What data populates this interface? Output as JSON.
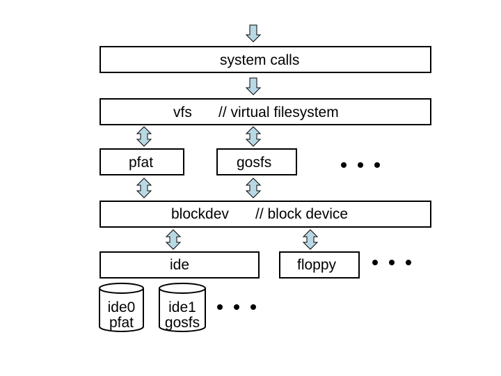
{
  "layers": {
    "syscalls": "system calls",
    "vfs": "vfs",
    "vfs_comment": "// virtual filesystem",
    "pfat": "pfat",
    "gosfs": "gosfs",
    "blockdev": "blockdev",
    "blockdev_comment": "// block device",
    "ide": "ide",
    "floppy": "floppy"
  },
  "disks": [
    {
      "line1": "ide0",
      "line2": "pfat"
    },
    {
      "line1": "ide1",
      "line2": "gosfs"
    }
  ],
  "colors": {
    "arrow_fill": "#b8d8e4",
    "stroke": "#000000"
  }
}
